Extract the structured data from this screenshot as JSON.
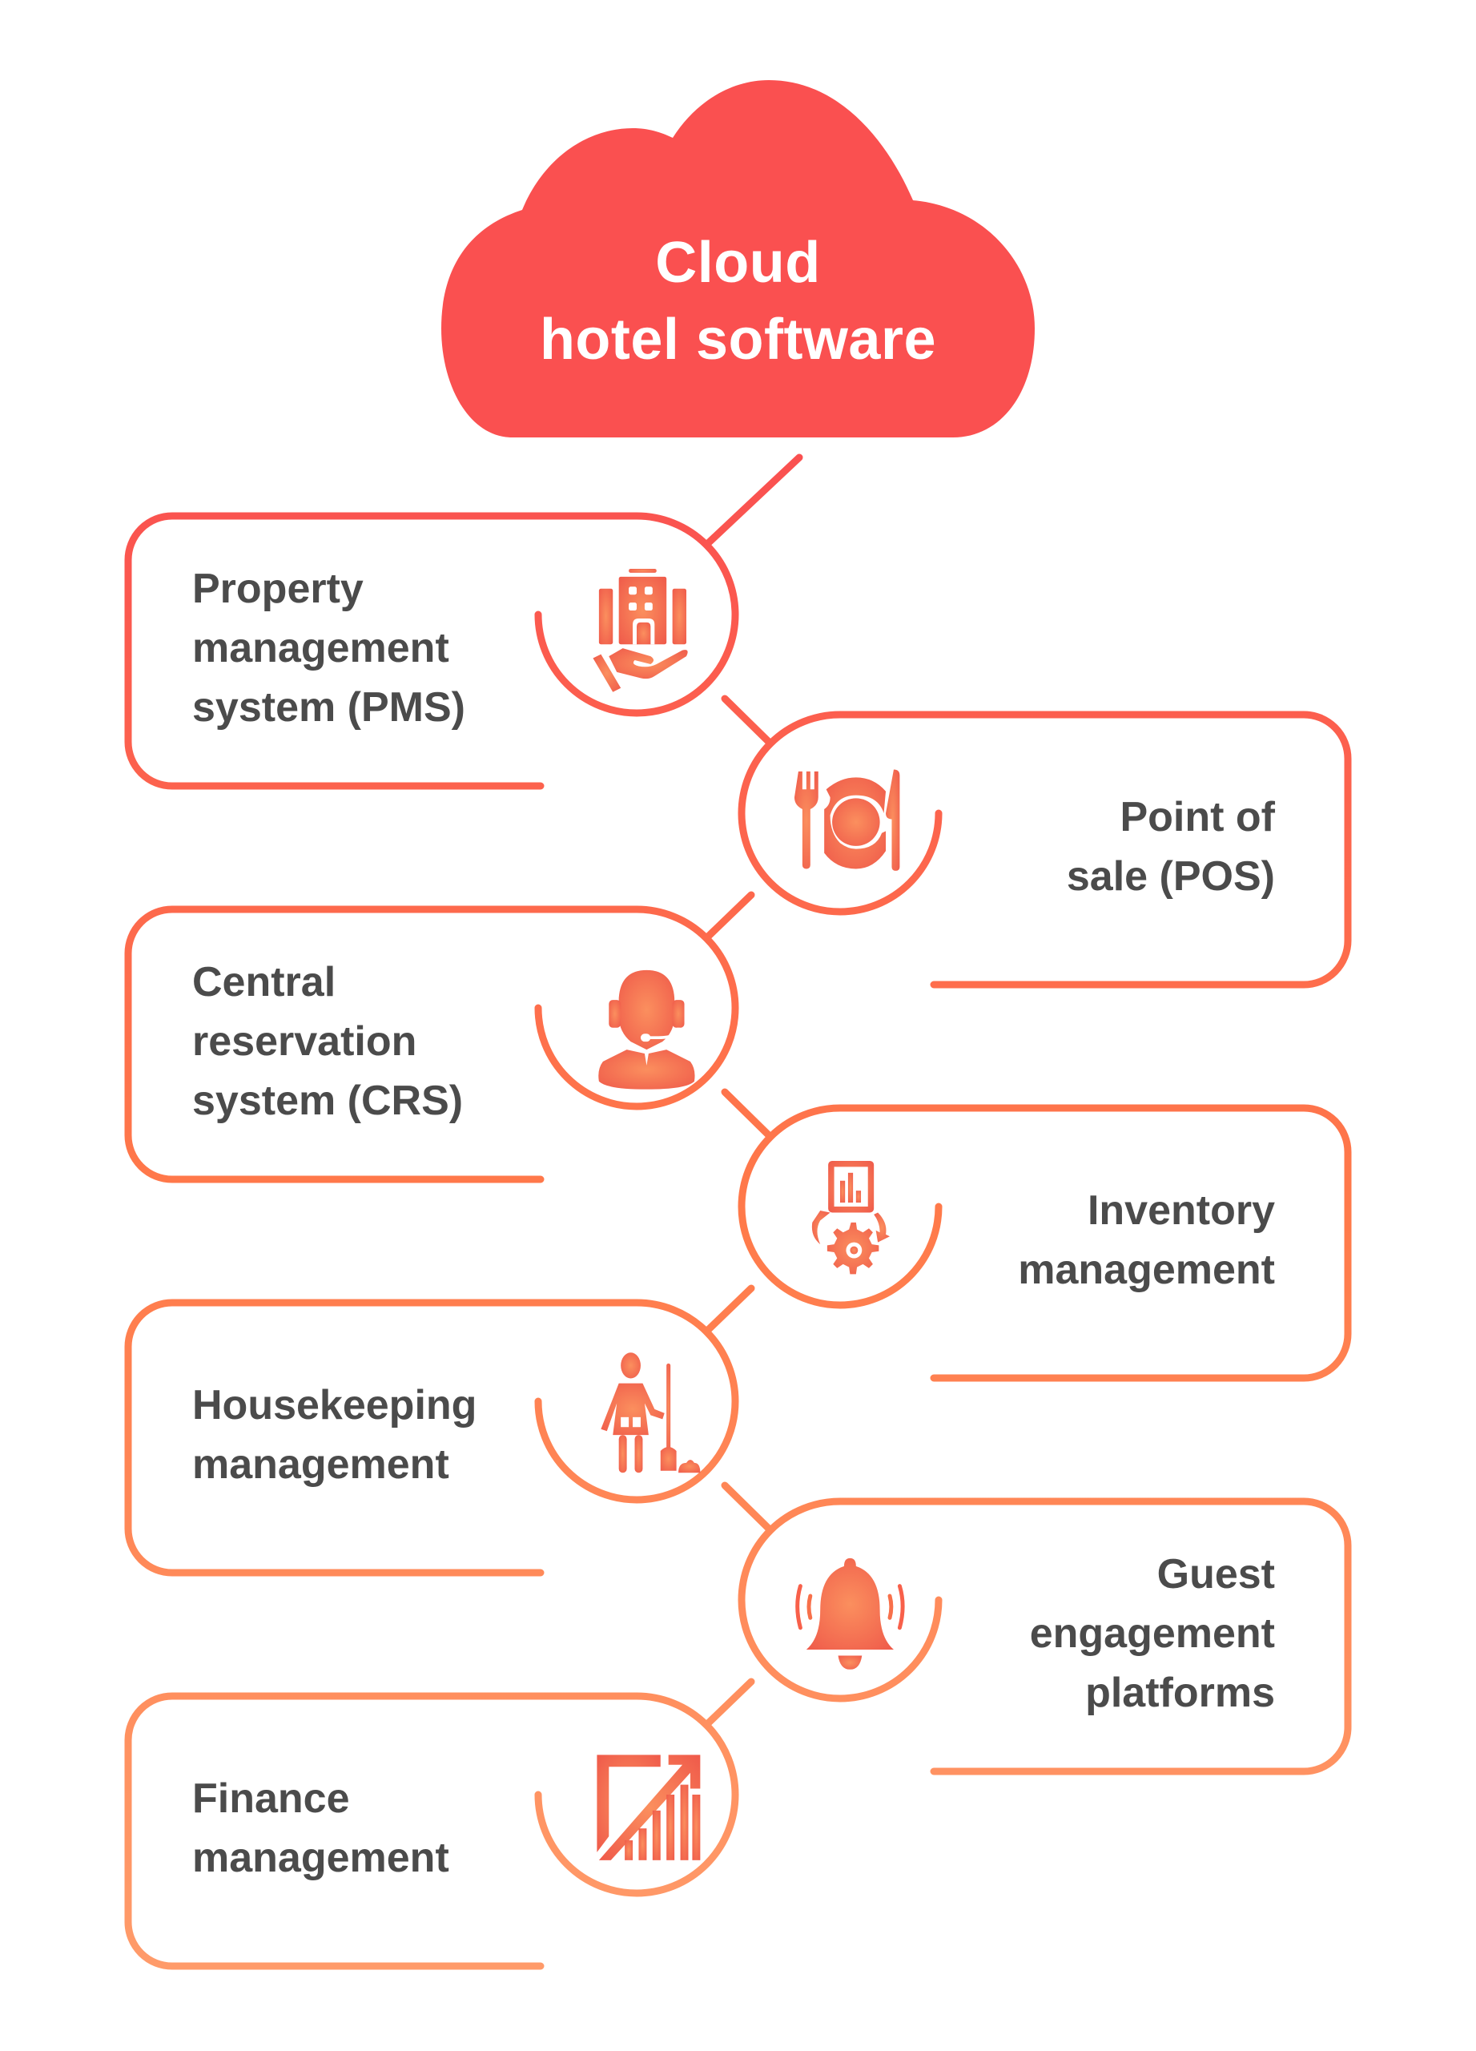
{
  "title": {
    "lines": [
      "Cloud",
      "hotel software"
    ]
  },
  "colors": {
    "cloud_fill": "#FA5050",
    "gradient_top": "#FA5050",
    "gradient_bottom": "#FF9C6B",
    "text": "#4B4B4B",
    "icon": "#F47248"
  },
  "modules": [
    {
      "side": "left",
      "icon": "hotel-hand-icon",
      "lines": [
        "Property",
        "management",
        "system (PMS)"
      ]
    },
    {
      "side": "right",
      "icon": "plate-cutlery-icon",
      "lines": [
        "Point of",
        "sale (POS)"
      ]
    },
    {
      "side": "left",
      "icon": "headset-agent-icon",
      "lines": [
        "Central",
        "reservation",
        "system (CRS)"
      ]
    },
    {
      "side": "right",
      "icon": "inventory-gear-icon",
      "lines": [
        "Inventory",
        "management"
      ]
    },
    {
      "side": "left",
      "icon": "housekeeper-broom-icon",
      "lines": [
        "Housekeeping",
        "management"
      ]
    },
    {
      "side": "right",
      "icon": "ringing-bell-icon",
      "lines": [
        "Guest",
        "engagement",
        "platforms"
      ]
    },
    {
      "side": "left",
      "icon": "growth-chart-icon",
      "lines": [
        "Finance",
        "management"
      ]
    }
  ]
}
